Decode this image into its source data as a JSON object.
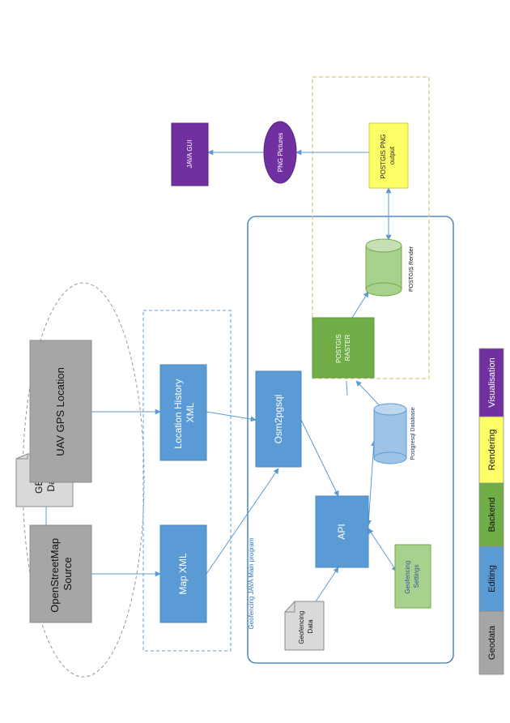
{
  "nodes": {
    "openstreetmap_source": [
      "OpenStreetMap",
      "Source"
    ],
    "geo_data": [
      "GEO",
      "Data"
    ],
    "uav_gps_location": [
      "UAV GPS Location"
    ],
    "map_xml": [
      "Map XML"
    ],
    "location_history_xml": [
      "Location History",
      "XML"
    ],
    "osm2pgsql": [
      "Osm2pgsql"
    ],
    "api": [
      "API"
    ],
    "geofencing_data": [
      "Geofencing",
      "Data"
    ],
    "geofencing_settings": [
      "Geofencing",
      "Settings"
    ],
    "postgresql_database": [
      "Postgresql Database"
    ],
    "postgis_raster": [
      "POSTGIS",
      "RASTER"
    ],
    "postgis_render": [
      "POSTGIS Render"
    ],
    "postgis_png_output": [
      "POSTGIS PNG",
      "output"
    ],
    "png_pictures": [
      "PNG Pictures"
    ],
    "java_gui": [
      "JAVA GUI"
    ]
  },
  "groups": {
    "main_program": "Geofencing JAVA Main program"
  },
  "legend": [
    {
      "label": "Geodata",
      "color": "#a6a6a6"
    },
    {
      "label": "Editing",
      "color": "#5b9bd5"
    },
    {
      "label": "Backend",
      "color": "#70ad47"
    },
    {
      "label": "Rendering",
      "color": "#ffff66"
    },
    {
      "label": "Visualisation",
      "color": "#7030a0"
    }
  ],
  "colors": {
    "geodata": "#a6a6a6",
    "editing": "#5b9bd5",
    "backend": "#70ad47",
    "rendering": "#ffff66",
    "visualisation": "#7030a0",
    "arrow": "#5b9bd5"
  }
}
